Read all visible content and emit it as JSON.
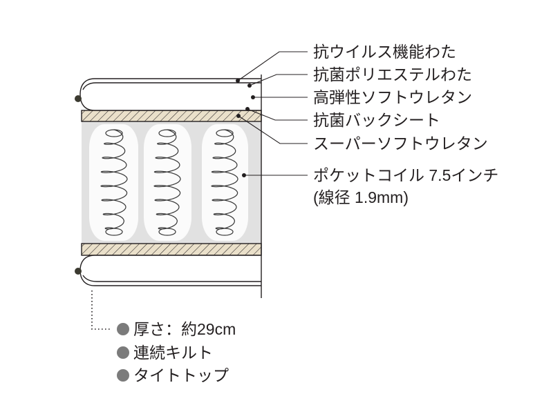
{
  "layer_labels": [
    "抗ウイルス機能わた",
    "抗菌ポリエステルわた",
    "高弾性ソフトウレタン",
    "抗菌バックシート",
    "スーパーソフトウレタン"
  ],
  "coil_label": {
    "name": "ポケットコイル 7.5インチ",
    "wire": "(線径 1.9mm)"
  },
  "features": [
    "厚さ：約29cm",
    "連続キルト",
    "タイトトップ"
  ],
  "colors": {
    "outline": "#231f20",
    "hatch_fill": "#eae0ca",
    "pocket_shadow": "#e1e1e1",
    "pocket": "#fbfbfb",
    "bullet": "#7b7b7b",
    "handle": "#3b3a30"
  }
}
